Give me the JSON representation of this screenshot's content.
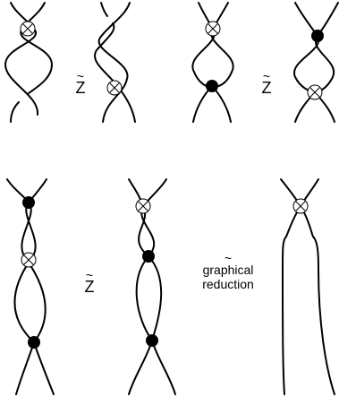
{
  "equivalence": {
    "tilde": "~",
    "symbol": "Z"
  },
  "reduction_label": {
    "tilde": "~",
    "line1": "graphical",
    "line2": "reduction"
  },
  "colors": {
    "stroke": "#000000",
    "background": "#ffffff",
    "virtual_crossing_fill": "#ffffff",
    "real_crossing_fill": "#000000"
  }
}
